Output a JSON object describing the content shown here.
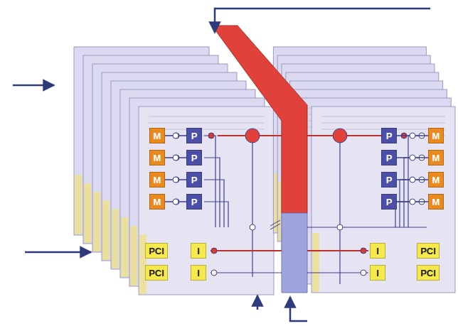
{
  "diagram": {
    "nodes": [
      {
        "text": [
          "M"
        ]
      },
      {
        "text": [
          "P"
        ]
      },
      {
        "text": [
          "P"
        ]
      },
      {
        "text": [
          "M"
        ]
      },
      {
        "text": [
          "M"
        ]
      },
      {
        "text": [
          "P"
        ]
      },
      {
        "text": [
          "P"
        ]
      },
      {
        "text": [
          "M"
        ]
      },
      {
        "text": [
          "M"
        ]
      },
      {
        "text": [
          "P"
        ]
      },
      {
        "text": [
          "P"
        ]
      },
      {
        "text": [
          "M"
        ]
      },
      {
        "text": [
          "M"
        ]
      },
      {
        "text": [
          "P"
        ]
      },
      {
        "text": [
          "P"
        ]
      },
      {
        "text": [
          "M"
        ]
      },
      {
        "text": [
          "PCI"
        ]
      },
      {
        "text": [
          "I"
        ]
      },
      {
        "text": [
          "I"
        ]
      },
      {
        "text": [
          "PCI"
        ]
      },
      {
        "text": [
          "PCI"
        ]
      },
      {
        "text": [
          "I"
        ]
      },
      {
        "text": [
          "I"
        ]
      },
      {
        "text": [
          "PCI"
        ]
      }
    ],
    "edges": [
      {
        "from": 0,
        "to": 1,
        "arrow": "none"
      },
      {
        "from": 3,
        "to": 2,
        "arrow": "none"
      },
      {
        "from": 4,
        "to": 5,
        "arrow": "none"
      },
      {
        "from": 7,
        "to": 6,
        "arrow": "none"
      },
      {
        "from": 8,
        "to": 9,
        "arrow": "none"
      },
      {
        "from": 11,
        "to": 10,
        "arrow": "none"
      },
      {
        "from": 12,
        "to": 13,
        "arrow": "none"
      },
      {
        "from": 15,
        "to": 14,
        "arrow": "none"
      }
    ]
  }
}
